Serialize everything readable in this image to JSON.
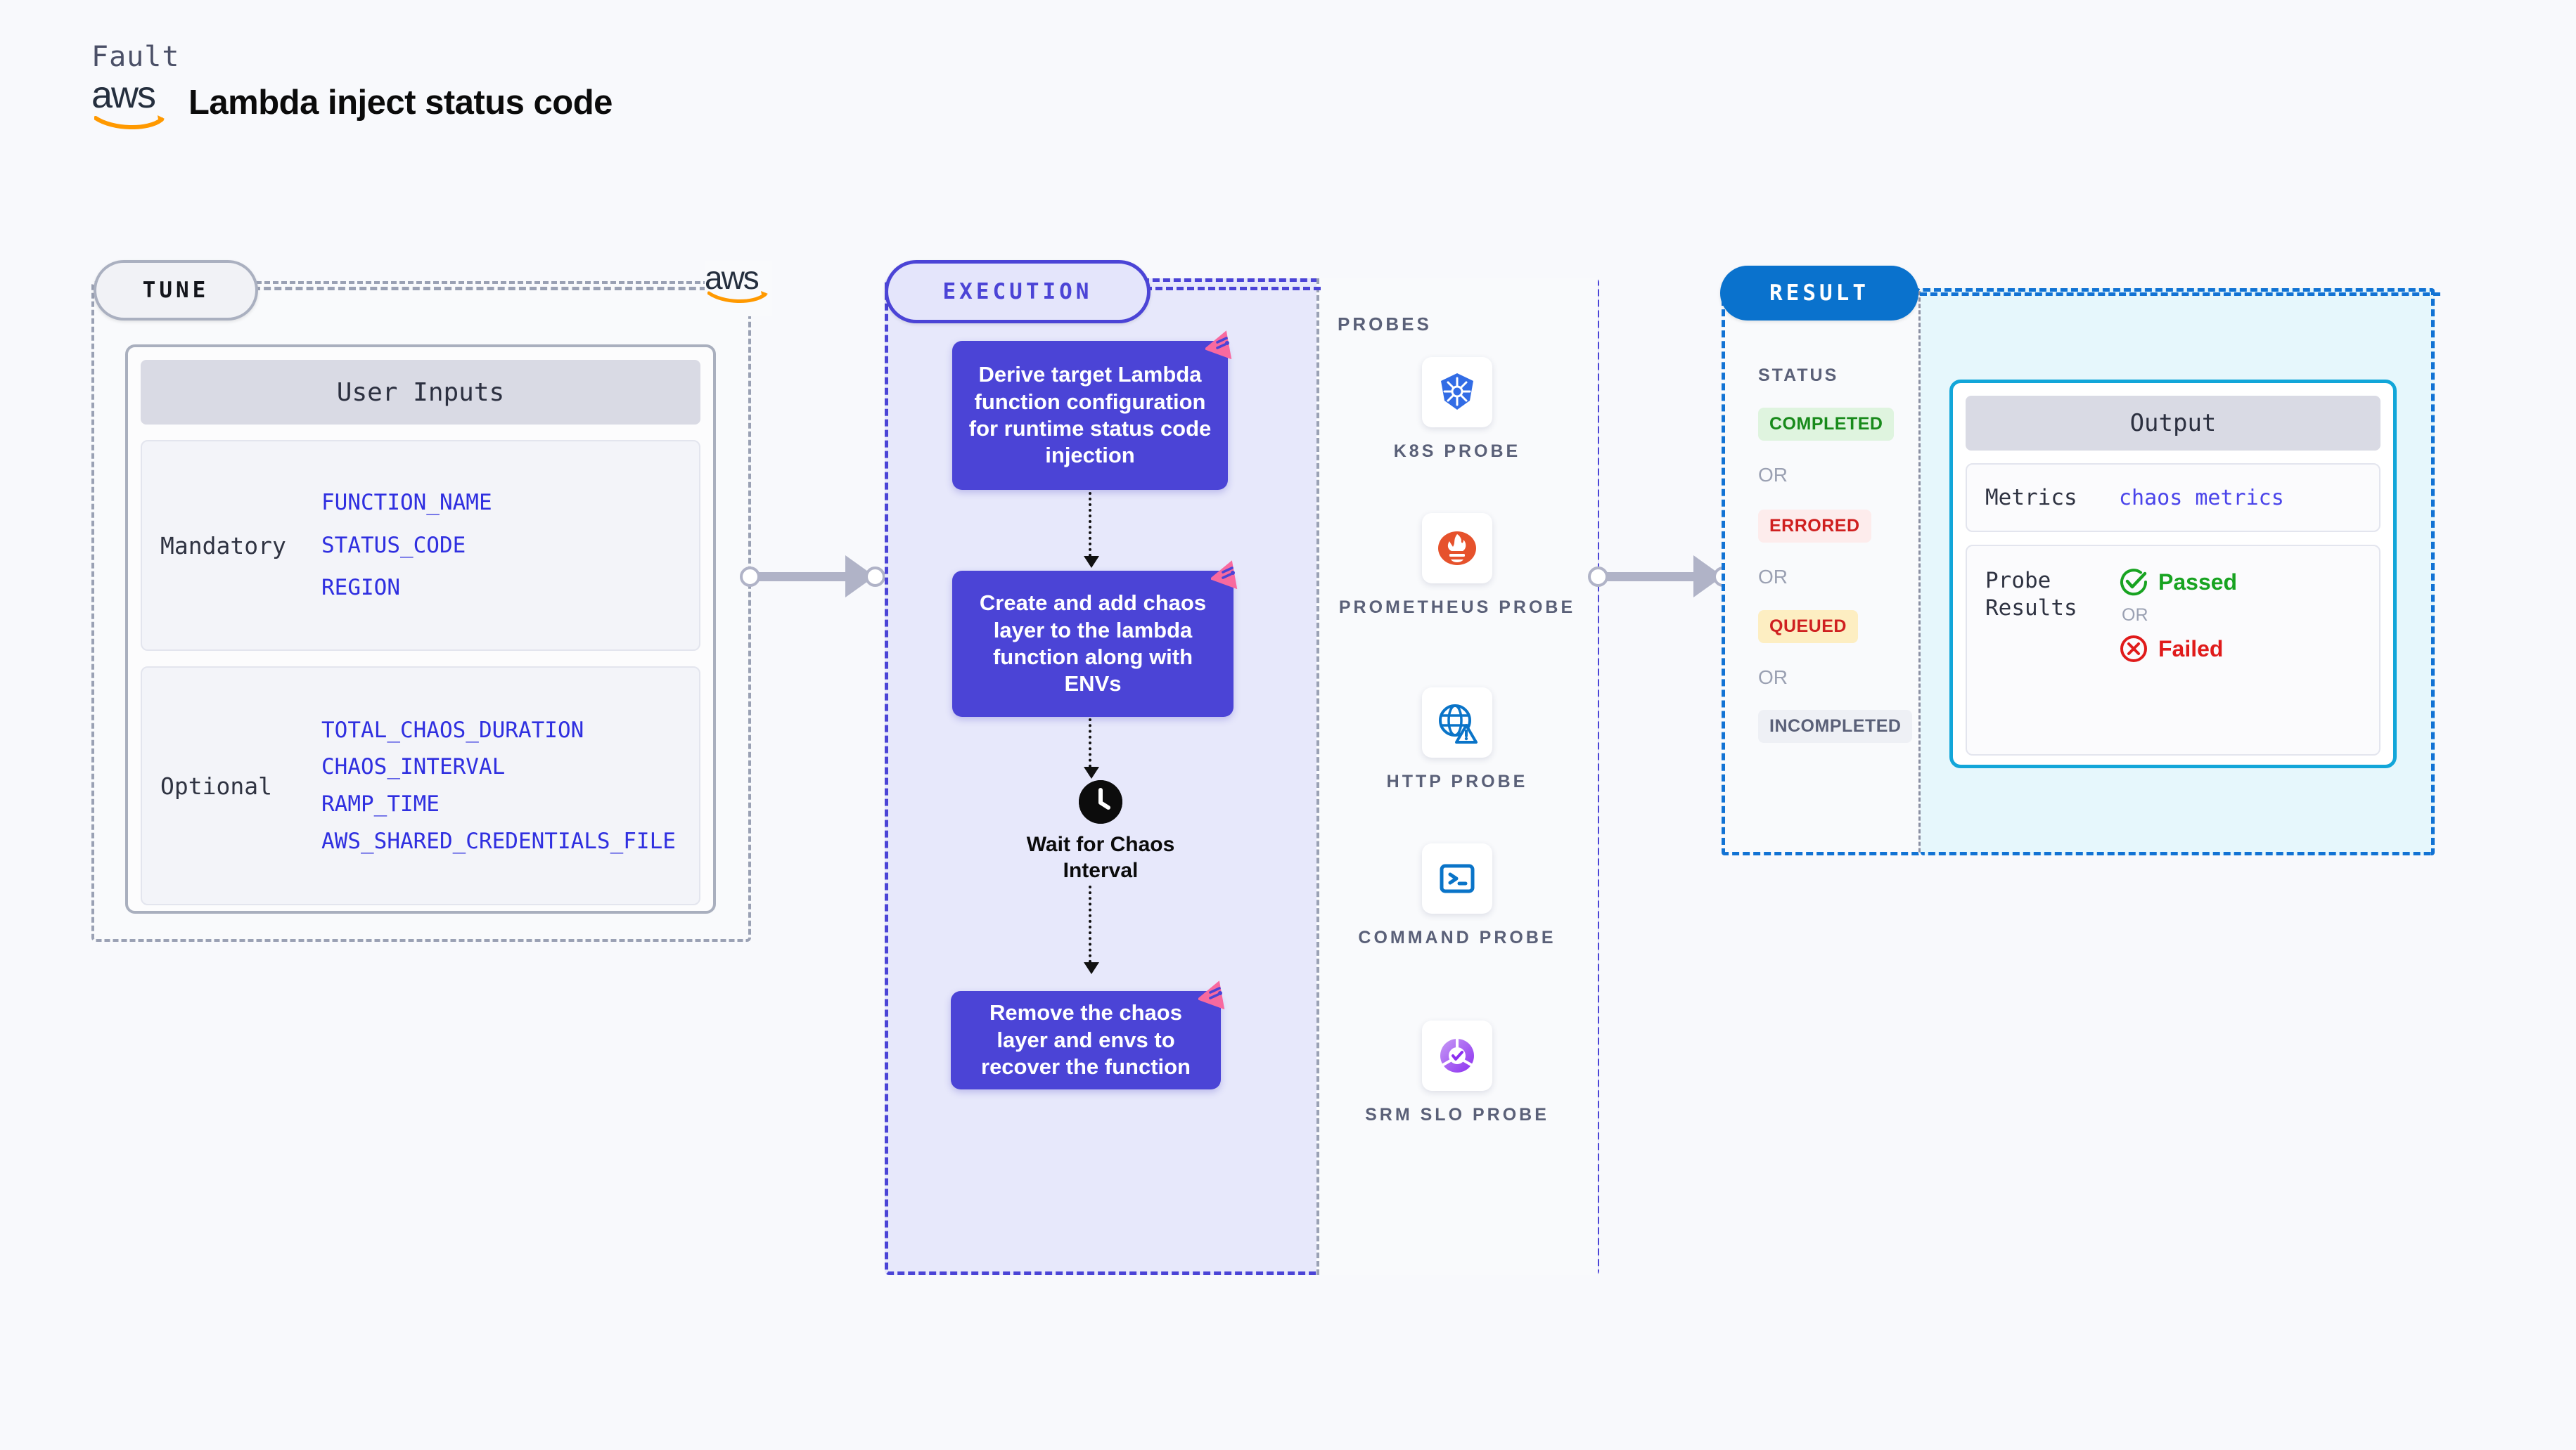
{
  "header": {
    "fault_label": "Fault",
    "brand": "aws",
    "title": "Lambda inject status code"
  },
  "tune": {
    "pill_label": "TUNE",
    "brand": "aws",
    "card_title": "User Inputs",
    "groups": [
      {
        "label": "Mandatory",
        "vars": [
          "FUNCTION_NAME",
          "STATUS_CODE",
          "REGION"
        ]
      },
      {
        "label": "Optional",
        "vars": [
          "TOTAL_CHAOS_DURATION",
          "CHAOS_INTERVAL",
          "RAMP_TIME",
          "AWS_SHARED_CREDENTIALS_FILE"
        ]
      }
    ]
  },
  "execution": {
    "pill_label": "EXECUTION",
    "steps": [
      {
        "text": "Derive target Lambda function configuration for runtime status code injection",
        "badge": "litmus-chaos-badge-icon"
      },
      {
        "text": "Create and add chaos layer to the lambda function along with ENVs",
        "badge": "litmus-chaos-badge-icon"
      }
    ],
    "wait_node": {
      "icon": "clock-icon",
      "label": "Wait for Chaos Interval"
    },
    "final_step": {
      "text": "Remove the chaos layer and envs to recover the function",
      "badge": "litmus-chaos-badge-icon"
    }
  },
  "probes": {
    "title": "PROBES",
    "items": [
      {
        "label": "K8S PROBE",
        "icon": "kubernetes-icon",
        "color": "#326ce5"
      },
      {
        "label": "PROMETHEUS PROBE",
        "icon": "prometheus-icon",
        "color": "#e6522c"
      },
      {
        "label": "HTTP PROBE",
        "icon": "http-globe-warning-icon",
        "color": "#0a74c8"
      },
      {
        "label": "COMMAND PROBE",
        "icon": "terminal-icon",
        "color": "#0a74c8"
      },
      {
        "label": "SRM SLO PROBE",
        "icon": "srm-slo-donut-icon",
        "color": "#9b4dea"
      }
    ]
  },
  "result": {
    "pill_label": "RESULT",
    "status_title": "STATUS",
    "or_label": "OR",
    "statuses": [
      {
        "label": "COMPLETED",
        "bg": "#dff4df",
        "fg": "#188a1b"
      },
      {
        "label": "ERRORED",
        "bg": "#fdecec",
        "fg": "#cf2020"
      },
      {
        "label": "QUEUED",
        "bg": "#fdeec2",
        "fg": "#cf2020"
      },
      {
        "label": "INCOMPLETED",
        "bg": "#eef0f5",
        "fg": "#5a6078"
      }
    ],
    "output": {
      "title": "Output",
      "metrics_label": "Metrics",
      "metrics_value": "chaos metrics",
      "probe_results_label": "Probe Results",
      "passed_label": "Passed",
      "failed_label": "Failed",
      "or_label": "OR",
      "passed_color": "#18a321",
      "failed_color": "#e01b1b"
    }
  },
  "colors": {
    "indigo": "#4b44d6",
    "aws_orange": "#ff9900",
    "aws_navy": "#252f3e",
    "result_blue": "#0a72cd",
    "output_cyan": "#12a6d9",
    "chaos_pink": "#f8699f"
  }
}
